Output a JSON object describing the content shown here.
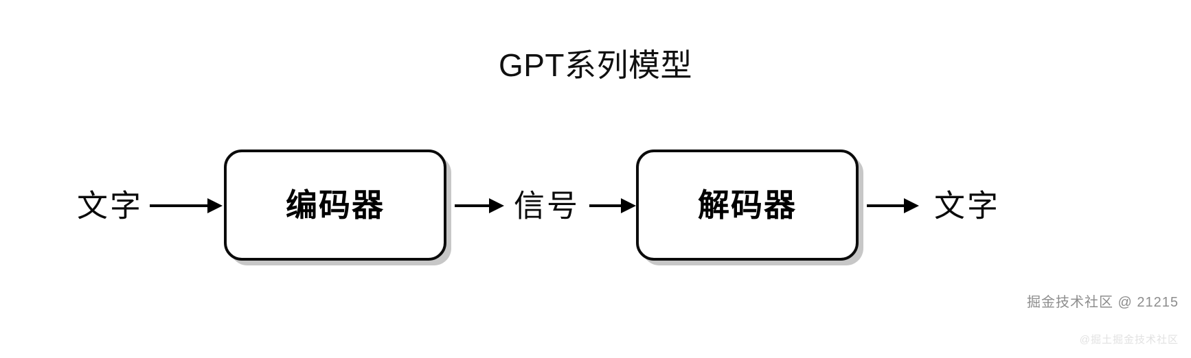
{
  "diagram": {
    "title": "GPT系列模型",
    "type": "flow",
    "nodes": [
      {
        "id": "input-text",
        "kind": "text",
        "label": "文字"
      },
      {
        "id": "encoder",
        "kind": "box",
        "label": "编码器"
      },
      {
        "id": "signal",
        "kind": "text",
        "label": "信号"
      },
      {
        "id": "decoder",
        "kind": "box",
        "label": "解码器"
      },
      {
        "id": "output-text",
        "kind": "text",
        "label": "文字"
      }
    ],
    "edges": [
      {
        "from": "input-text",
        "to": "encoder",
        "style": "arrow"
      },
      {
        "from": "encoder",
        "to": "signal",
        "style": "arrow"
      },
      {
        "from": "signal",
        "to": "decoder",
        "style": "arrow"
      },
      {
        "from": "decoder",
        "to": "output-text",
        "style": "arrow"
      }
    ],
    "colors": {
      "background": "#ffffff",
      "stroke": "#0b0b0b",
      "text": "#0a0a0a",
      "box_fill": "#ffffff",
      "shadow": "#c9c9c9"
    }
  },
  "watermark": {
    "primary": "掘金技术社区 @ 21215",
    "secondary": "@掘土掘金技术社区"
  }
}
